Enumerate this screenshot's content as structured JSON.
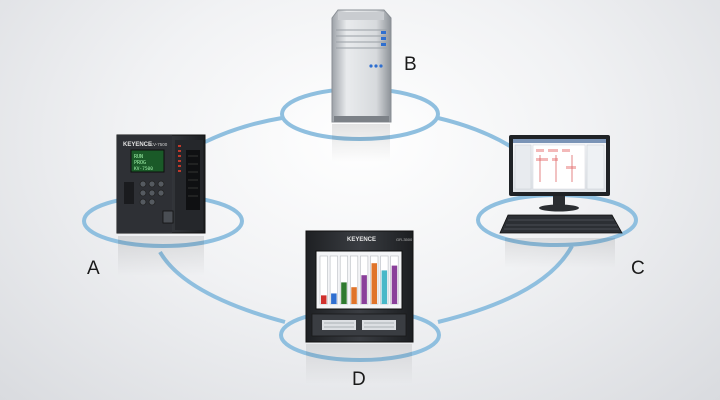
{
  "labels": {
    "a": "A",
    "b": "B",
    "c": "C",
    "d": "D"
  },
  "devices": {
    "plc": {
      "brand": "KEYENCE",
      "model": "KV-7500",
      "screen_lines": [
        "RUN",
        "PROG",
        "KV-7500"
      ]
    },
    "recorder": {
      "brand": "KEYENCE",
      "model": "GR-3500"
    }
  },
  "colors": {
    "ring": "#8fbfdf",
    "ring_inner": "#bcd8ea",
    "device_dark": "#2b2d31",
    "server_light": "#e6e8ea",
    "accent_blue": "#2f6fd0"
  },
  "recorder_bars": [
    {
      "color": "#d0312d",
      "level": 0.18
    },
    {
      "color": "#2f6fd0",
      "level": 0.22
    },
    {
      "color": "#2f7a2f",
      "level": 0.45
    },
    {
      "color": "#e0742a",
      "level": 0.35
    },
    {
      "color": "#8a3f9a",
      "level": 0.6
    },
    {
      "color": "#e0742a",
      "level": 0.85
    },
    {
      "color": "#48b8c8",
      "level": 0.7
    },
    {
      "color": "#8a3f9a",
      "level": 0.8
    }
  ]
}
